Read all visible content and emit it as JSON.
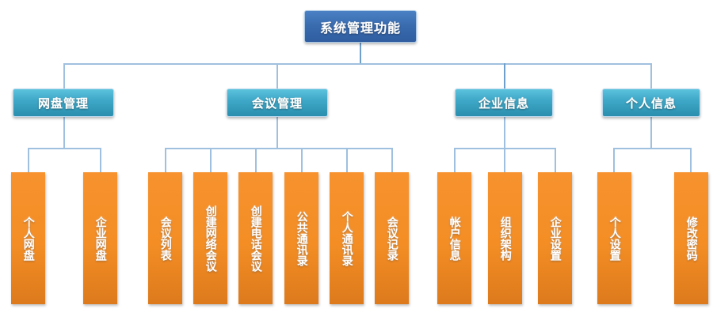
{
  "diagram": {
    "title": "系统管理功能",
    "root": {
      "label": "系统管理功能",
      "color": "#3a6cb0"
    },
    "branches": [
      {
        "label": "网盘管理",
        "color": "#3fa8c8",
        "children": [
          {
            "label": "个人网盘"
          },
          {
            "label": "企业网盘"
          }
        ]
      },
      {
        "label": "会议管理",
        "color": "#3fa8c8",
        "children": [
          {
            "label": "会议列表"
          },
          {
            "label": "创建网络会议"
          },
          {
            "label": "创建电话会议"
          },
          {
            "label": "公共通讯录"
          },
          {
            "label": "个人通讯录"
          },
          {
            "label": "会议记录"
          }
        ]
      },
      {
        "label": "企业信息",
        "color": "#3fa8c8",
        "children": [
          {
            "label": "帐户信息"
          },
          {
            "label": "组织架构"
          },
          {
            "label": "企业设置"
          }
        ]
      },
      {
        "label": "个人信息",
        "color": "#3fa8c8",
        "children": [
          {
            "label": "个人设置"
          },
          {
            "label": "修改密码"
          }
        ]
      }
    ],
    "leaf_color": "#f38d24",
    "connector_color": "#9fc0de"
  }
}
